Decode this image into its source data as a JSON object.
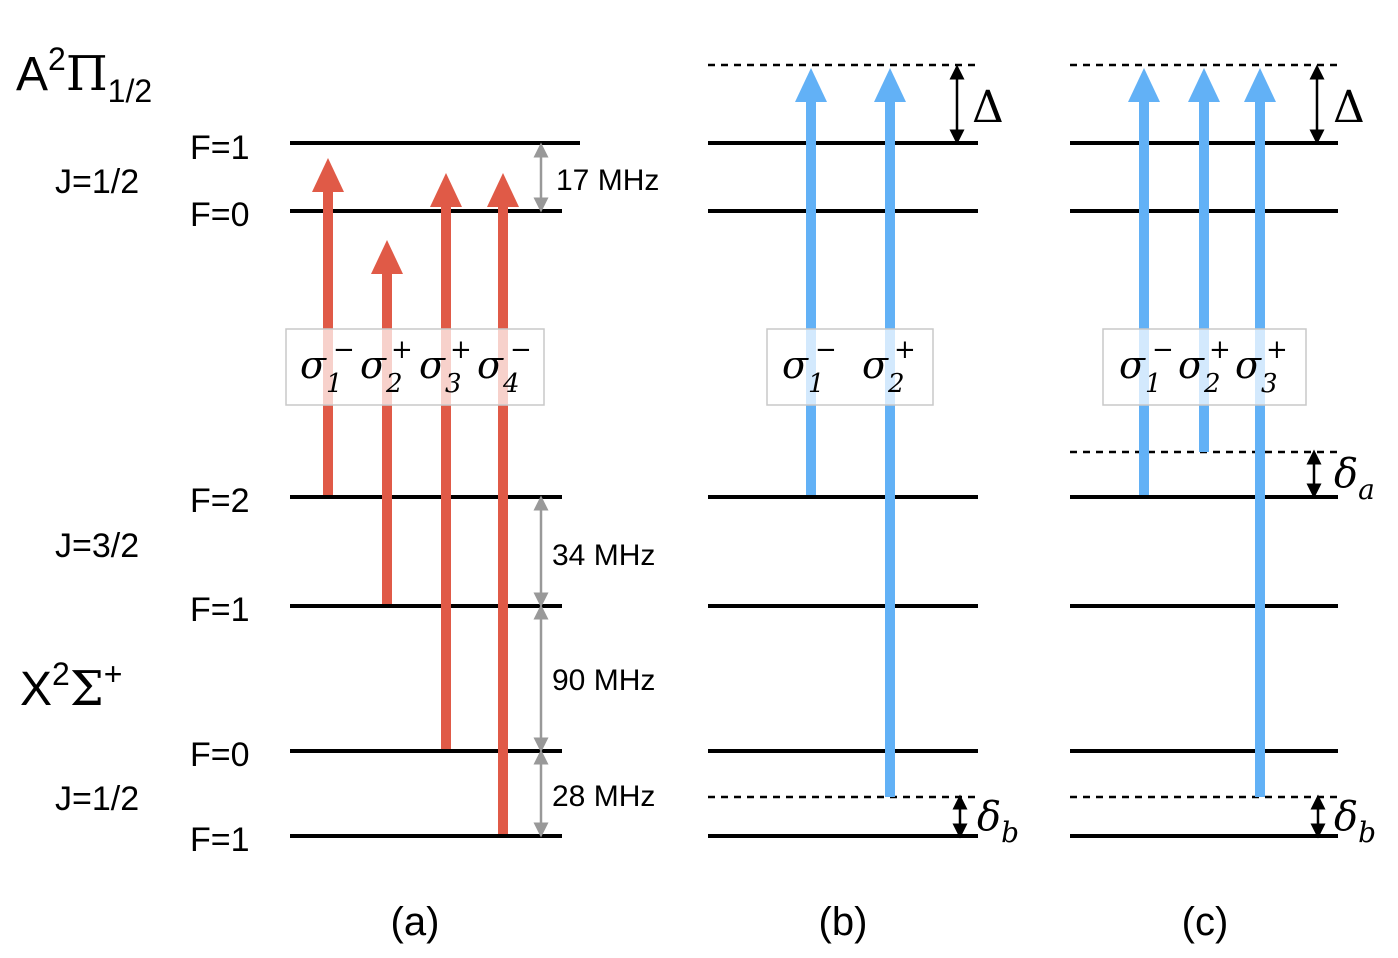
{
  "colors": {
    "level": "#000000",
    "red_arrow": "#e05a47",
    "blue_arrow": "#62b1f6",
    "gray_arrow": "#999999",
    "box_border": "#c8c8c8"
  },
  "states": {
    "excited": {
      "letter": "A",
      "sup": "2",
      "symbol": "Π",
      "sub": "1/2"
    },
    "ground": {
      "letter": "X",
      "sup": "2",
      "symbol": "Σ",
      "symsup": "+"
    }
  },
  "labels": {
    "excited_J": "J=1/2",
    "excited_F1": "F=1",
    "excited_F0": "F=0",
    "ground_J32": "J=3/2",
    "ground_J12": "J=1/2",
    "g_F2": "F=2",
    "g_F1_upper": "F=1",
    "g_F0": "F=0",
    "g_F1_lower": "F=1"
  },
  "splittings": {
    "excited": "17 MHz",
    "g_2_1": "34 MHz",
    "g_1_0": "90 MHz",
    "g_0_1": "28 MHz"
  },
  "symbols": {
    "detuning": "Δ",
    "delta": "δ",
    "delta_a_sub": "a",
    "delta_b_sub": "b",
    "sigma": "σ",
    "minus": "−",
    "plus": "+"
  },
  "panels": {
    "a": {
      "caption": "(a)",
      "transitions": [
        {
          "idx": "1",
          "pol": "−"
        },
        {
          "idx": "2",
          "pol": "+"
        },
        {
          "idx": "3",
          "pol": "+"
        },
        {
          "idx": "4",
          "pol": "−"
        }
      ]
    },
    "b": {
      "caption": "(b)",
      "transitions": [
        {
          "idx": "1",
          "pol": "−"
        },
        {
          "idx": "2",
          "pol": "+"
        }
      ]
    },
    "c": {
      "caption": "(c)",
      "transitions": [
        {
          "idx": "1",
          "pol": "−"
        },
        {
          "idx": "2",
          "pol": "+"
        },
        {
          "idx": "3",
          "pol": "+"
        }
      ]
    }
  }
}
